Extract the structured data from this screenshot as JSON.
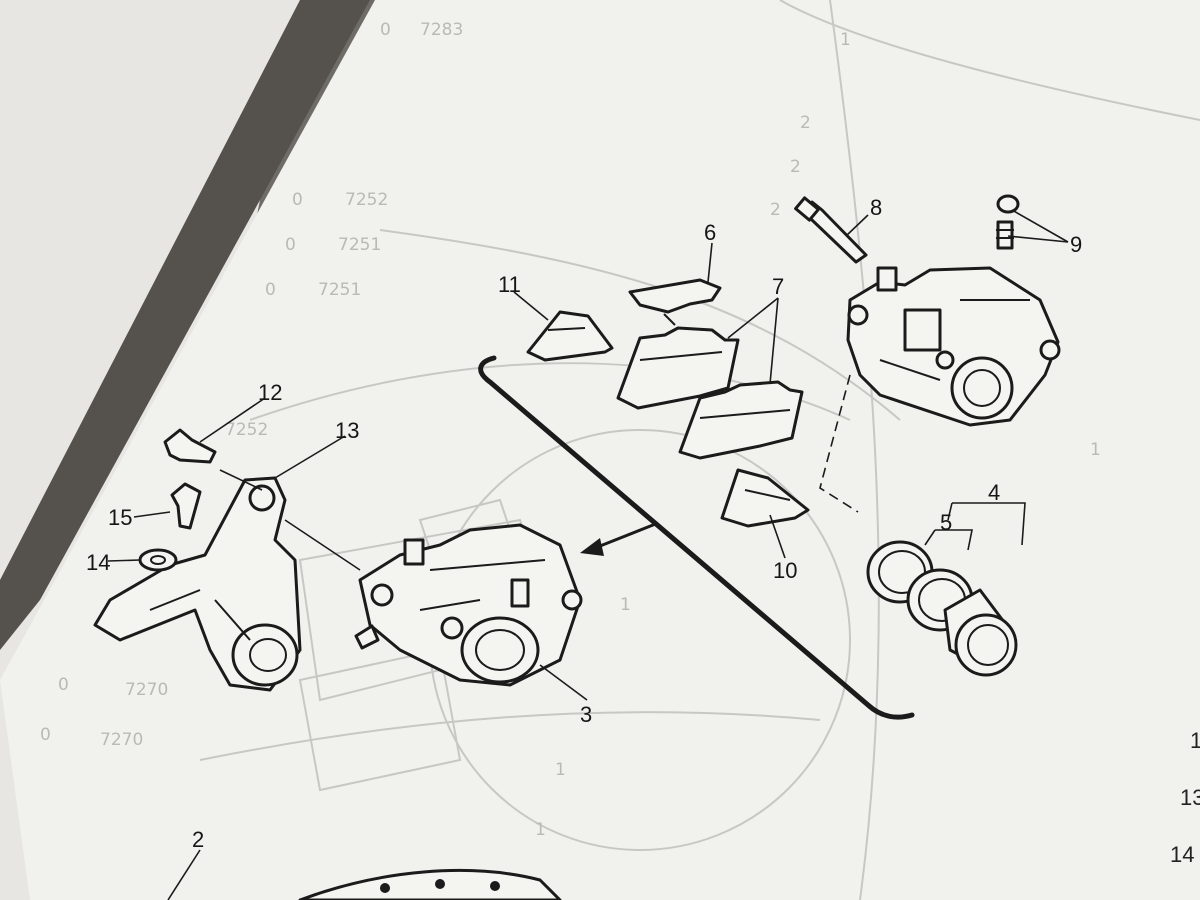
{
  "diagram": {
    "part_labels": {
      "p2": "2",
      "p3": "3",
      "p4": "4",
      "p5": "5",
      "p6": "6",
      "p7": "7",
      "p8": "8",
      "p9": "9",
      "p10": "10",
      "p11": "11",
      "p12": "12",
      "p13": "13",
      "p14": "14",
      "p15": "15"
    },
    "right_margin_numbers": [
      "1",
      "13",
      "14"
    ],
    "faint_codes": [
      "7252",
      "7251",
      "7251",
      "7252",
      "7270",
      "7270",
      "7283"
    ],
    "faint_decimals": [
      "0",
      "0",
      "0",
      "0",
      "0",
      "0"
    ],
    "faint_digits": [
      "1",
      "2",
      "2",
      "2",
      "1",
      "1",
      "1",
      "1"
    ]
  },
  "colors": {
    "page": "#f1f1ee",
    "left_page": "#e7e6e2",
    "gutter": "#5d5a55",
    "ink": "#1b1b1b",
    "ghost_ink": "#c4c5c1"
  }
}
